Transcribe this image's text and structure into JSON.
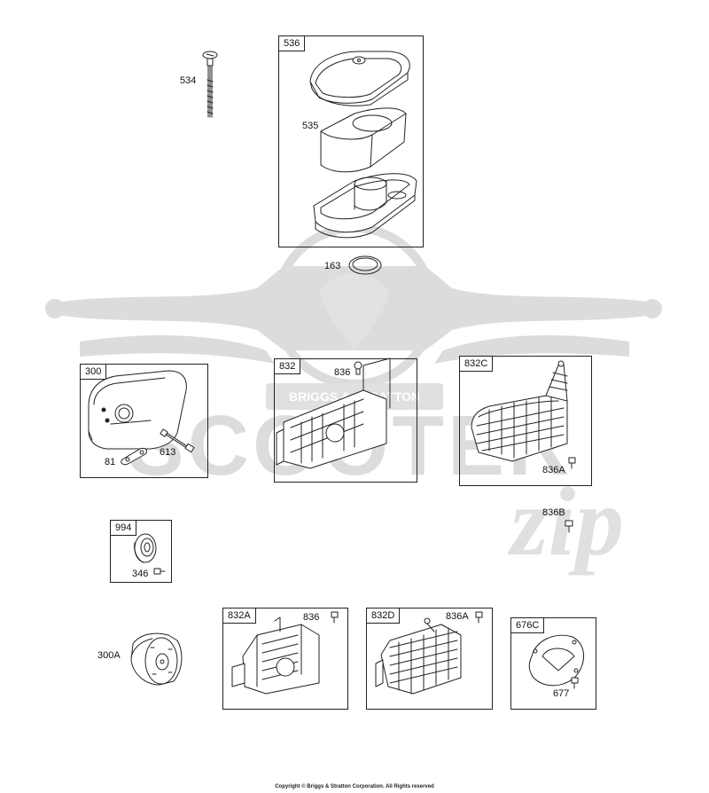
{
  "watermark": {
    "emblem_text": "BRIGGS & STRATTON",
    "brand": "SCOOTER",
    "brand_suffix": "zip",
    "color": "#d9d9d9"
  },
  "groups": [
    {
      "id": "536",
      "label": "536"
    },
    {
      "id": "300",
      "label": "300"
    },
    {
      "id": "832",
      "label": "832"
    },
    {
      "id": "832C",
      "label": "832C"
    },
    {
      "id": "994",
      "label": "994"
    },
    {
      "id": "832A",
      "label": "832A"
    },
    {
      "id": "832D",
      "label": "832D"
    },
    {
      "id": "676C",
      "label": "676C"
    }
  ],
  "callouts": [
    {
      "id": "534",
      "label": "534"
    },
    {
      "id": "535",
      "label": "535"
    },
    {
      "id": "163",
      "label": "163"
    },
    {
      "id": "836-a",
      "label": "836"
    },
    {
      "id": "81",
      "label": "81"
    },
    {
      "id": "613",
      "label": "613"
    },
    {
      "id": "836A-a",
      "label": "836A"
    },
    {
      "id": "836B",
      "label": "836B"
    },
    {
      "id": "346",
      "label": "346"
    },
    {
      "id": "300A",
      "label": "300A"
    },
    {
      "id": "836-b",
      "label": "836"
    },
    {
      "id": "836A-b",
      "label": "836A"
    },
    {
      "id": "677",
      "label": "677"
    }
  ],
  "footer": {
    "copyright": "Copyright © Briggs & Stratton Corporation. All Rights reserved"
  }
}
